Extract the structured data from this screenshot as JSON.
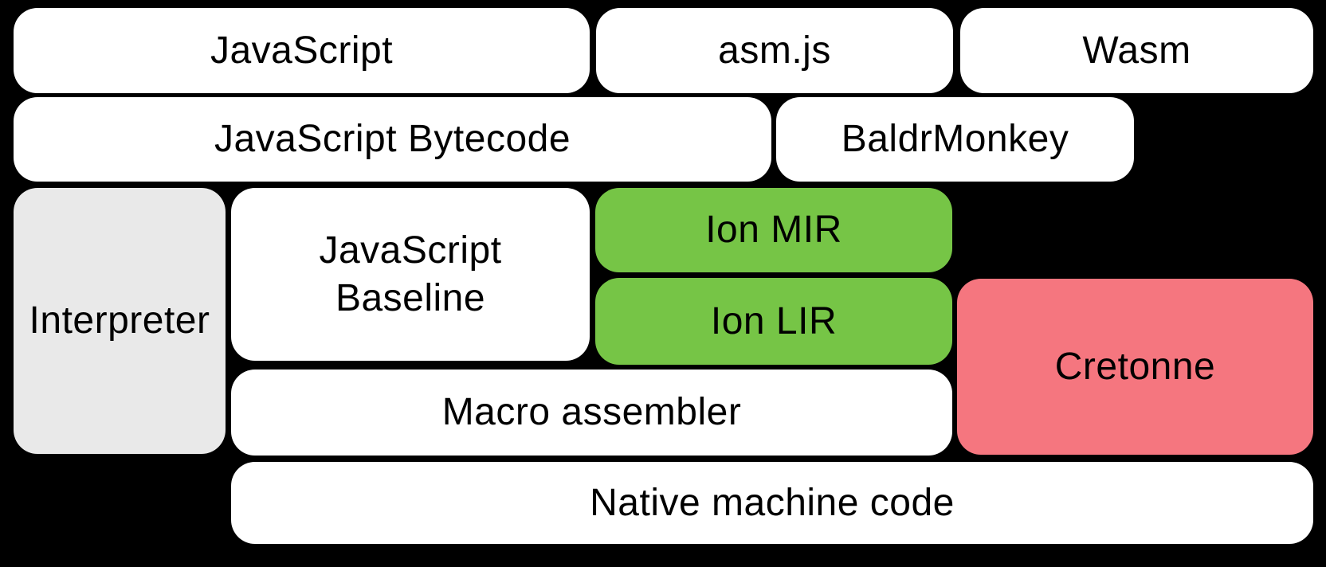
{
  "diagram": {
    "background": "#000000",
    "text_color": "#000000",
    "colors": {
      "white": "#ffffff",
      "gray": "#e9e9e9",
      "green": "#76c546",
      "pink": "#f5767f"
    },
    "boxes": [
      {
        "id": "javascript",
        "lines": [
          "JavaScript"
        ],
        "color": "white"
      },
      {
        "id": "asmjs",
        "lines": [
          "asm.js"
        ],
        "color": "white"
      },
      {
        "id": "wasm",
        "lines": [
          "Wasm"
        ],
        "color": "white"
      },
      {
        "id": "javascript-bytecode",
        "lines": [
          "JavaScript Bytecode"
        ],
        "color": "white"
      },
      {
        "id": "baldrmonkey",
        "lines": [
          "BaldrMonkey"
        ],
        "color": "white"
      },
      {
        "id": "interpreter",
        "lines": [
          "Interpreter"
        ],
        "color": "gray"
      },
      {
        "id": "javascript-baseline",
        "lines": [
          "JavaScript",
          "Baseline"
        ],
        "color": "white"
      },
      {
        "id": "ion-mir",
        "lines": [
          "Ion MIR"
        ],
        "color": "green"
      },
      {
        "id": "ion-lir",
        "lines": [
          "Ion LIR"
        ],
        "color": "green"
      },
      {
        "id": "cretonne",
        "lines": [
          "Cretonne"
        ],
        "color": "pink"
      },
      {
        "id": "macro-assembler",
        "lines": [
          "Macro assembler"
        ],
        "color": "white"
      },
      {
        "id": "native-machine-code",
        "lines": [
          "Native machine code"
        ],
        "color": "white"
      }
    ]
  }
}
